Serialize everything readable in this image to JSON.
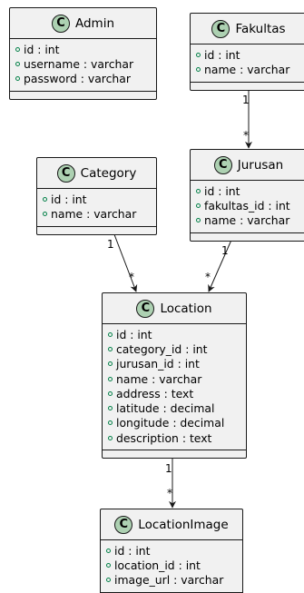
{
  "diagram": {
    "classes": [
      {
        "id": "admin",
        "badge": "C",
        "name": "Admin",
        "fields": [
          "id : int",
          "username : varchar",
          "password : varchar"
        ]
      },
      {
        "id": "fakultas",
        "badge": "C",
        "name": "Fakultas",
        "fields": [
          "id : int",
          "name : varchar"
        ]
      },
      {
        "id": "category",
        "badge": "C",
        "name": "Category",
        "fields": [
          "id : int",
          "name : varchar"
        ]
      },
      {
        "id": "jurusan",
        "badge": "C",
        "name": "Jurusan",
        "fields": [
          "id : int",
          "fakultas_id : int",
          "name : varchar"
        ]
      },
      {
        "id": "location",
        "badge": "C",
        "name": "Location",
        "fields": [
          "id : int",
          "category_id : int",
          "jurusan_id : int",
          "name : varchar",
          "address : text",
          "latitude : decimal",
          "longitude : decimal",
          "description : text"
        ]
      },
      {
        "id": "locationimage",
        "badge": "C",
        "name": "LocationImage",
        "fields": [
          "id : int",
          "location_id : int",
          "image_url : varchar"
        ]
      }
    ],
    "relations": [
      {
        "from": "fakultas",
        "to": "jurusan",
        "from_mult": "1",
        "to_mult": "*"
      },
      {
        "from": "category",
        "to": "location",
        "from_mult": "1",
        "to_mult": "*"
      },
      {
        "from": "jurusan",
        "to": "location",
        "from_mult": "1",
        "to_mult": "*"
      },
      {
        "from": "location",
        "to": "locationimage",
        "from_mult": "1",
        "to_mult": "*"
      }
    ],
    "colors": {
      "class_fill": "#f1f1f1",
      "border": "#181818",
      "badge_fill": "#add1b2",
      "visibility_marker": "#038048",
      "edge": "#181818"
    }
  }
}
